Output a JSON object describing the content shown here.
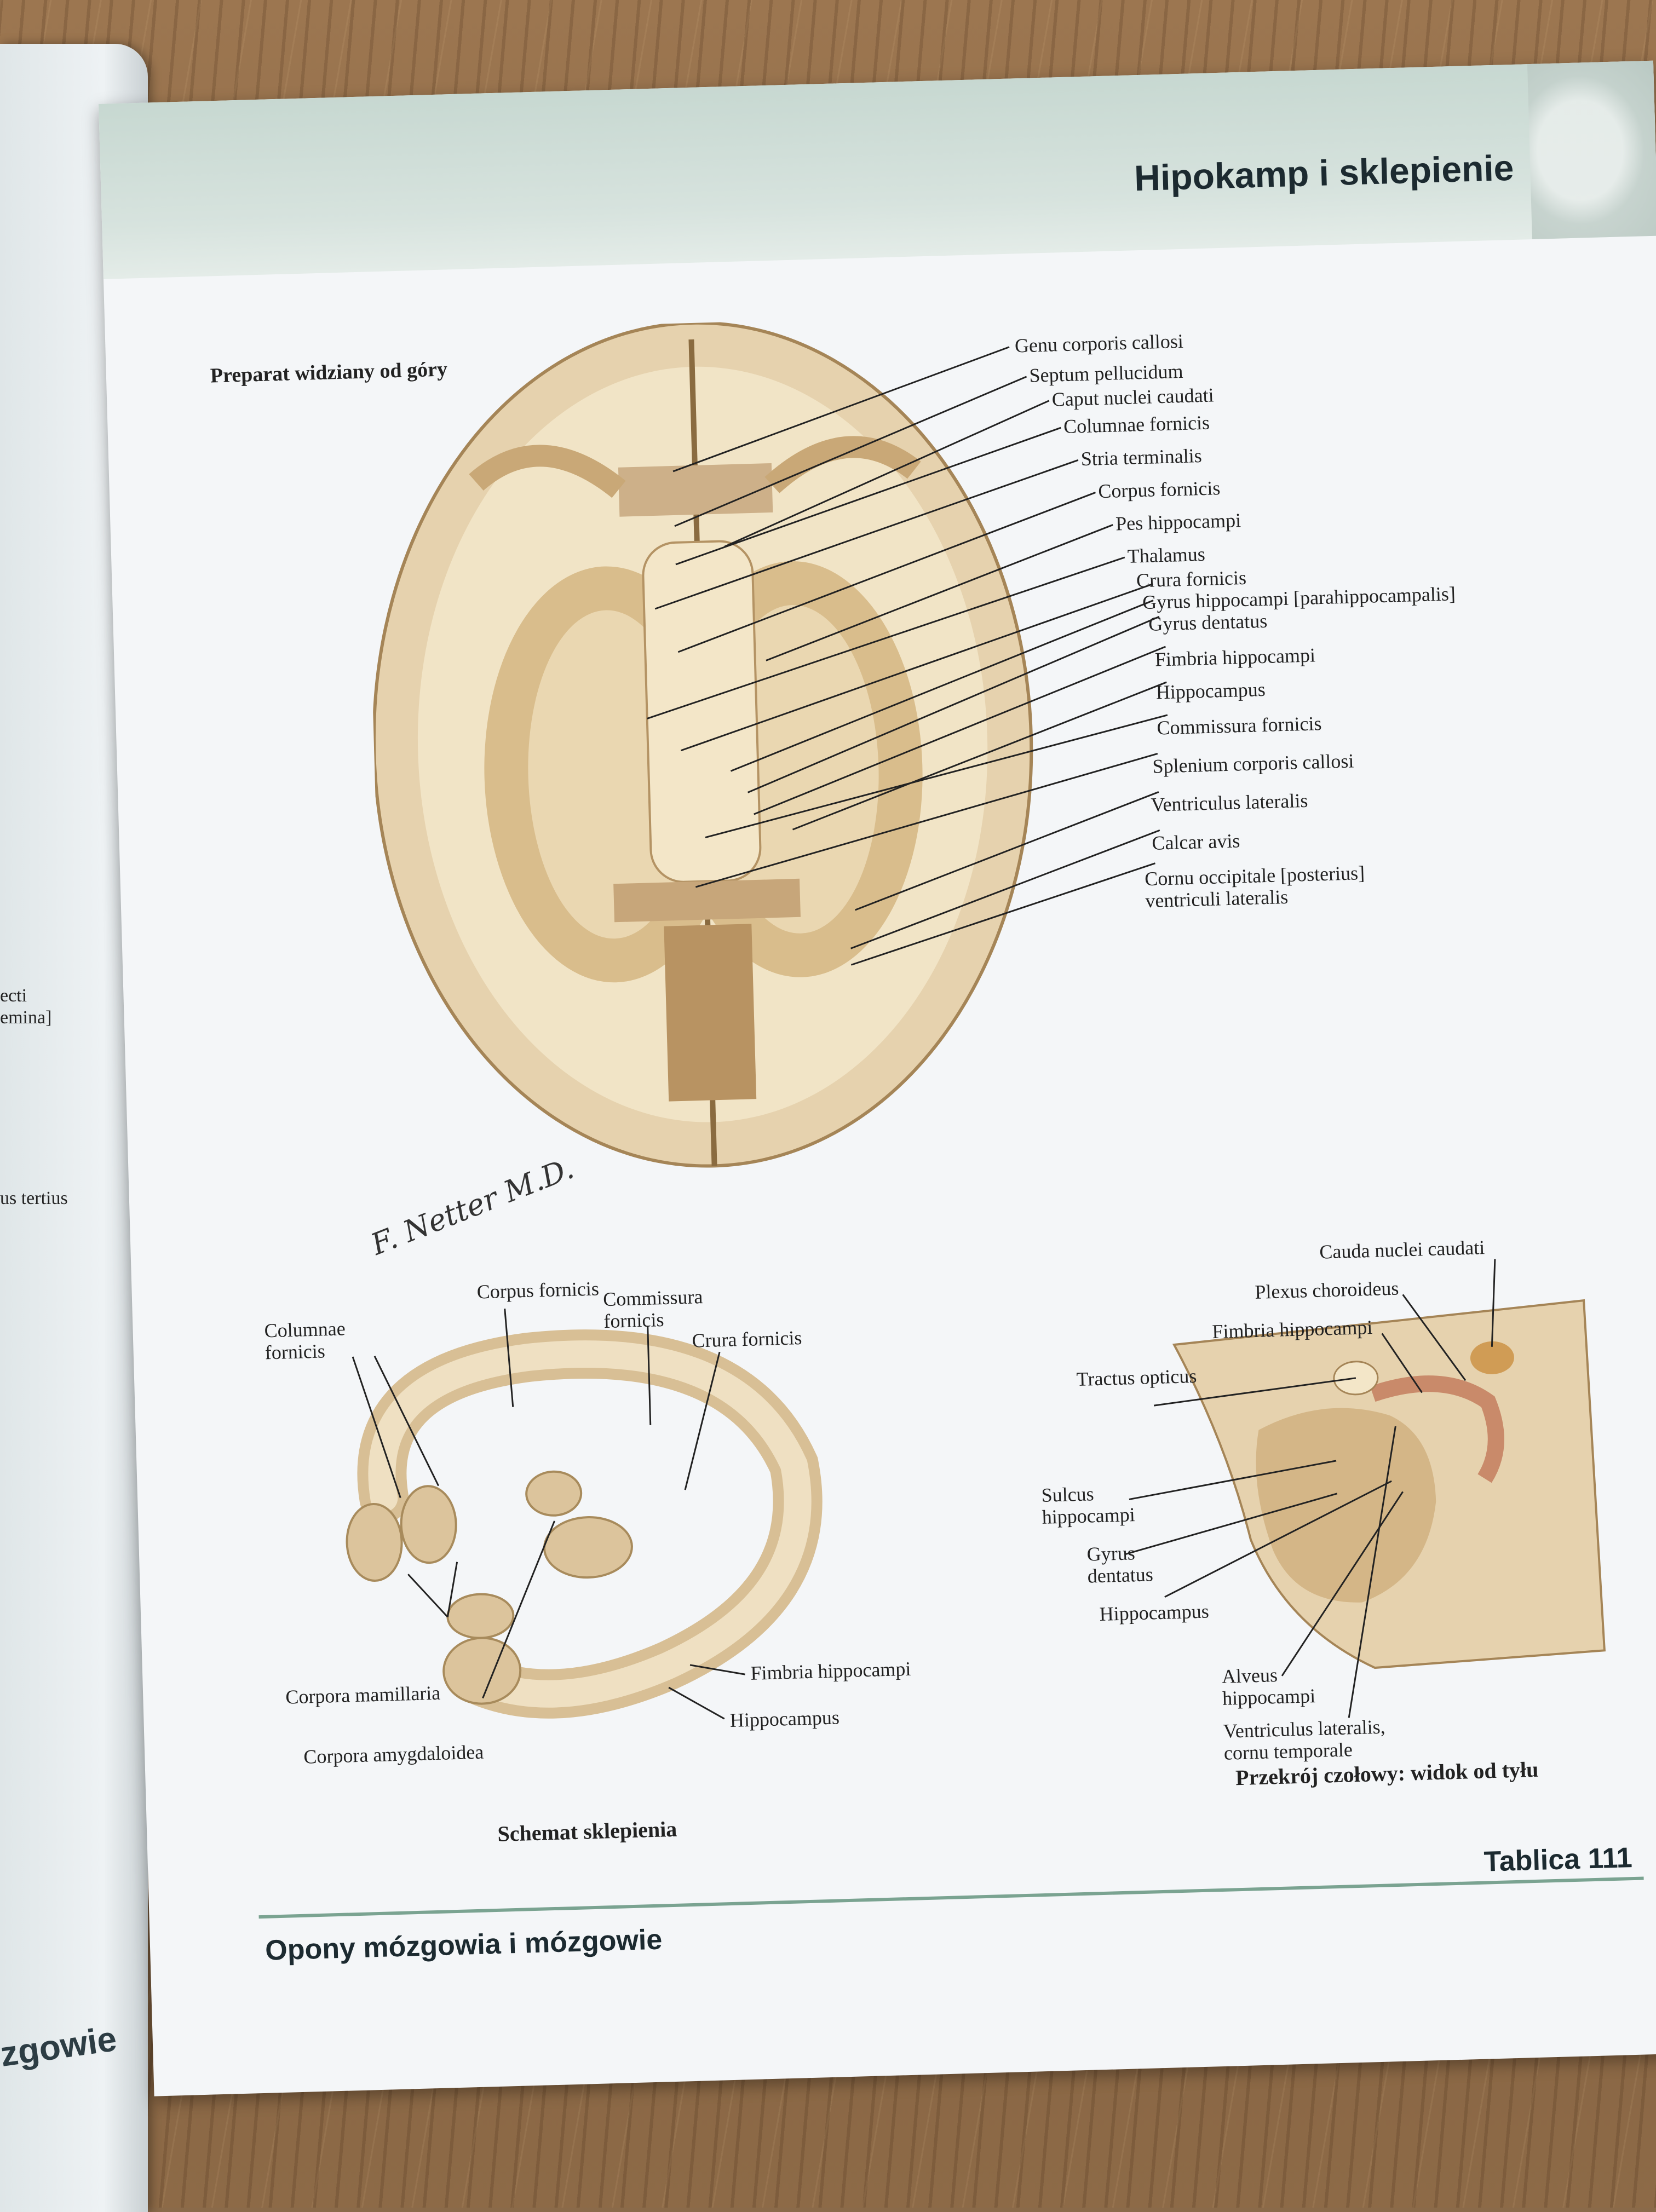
{
  "left_page": {
    "fragments": [
      "ecti",
      "emina]",
      "us tertius"
    ],
    "footer": "zgowie"
  },
  "header": {
    "title": "Hipokamp i sklepienie"
  },
  "figure_top": {
    "caption": "Preparat widziany od góry",
    "labels": [
      "Genu corporis callosi",
      "Septum pellucidum",
      "Caput nuclei caudati",
      "Columnae fornicis",
      "Stria terminalis",
      "Corpus fornicis",
      "Pes hippocampi",
      "Thalamus",
      "Crura fornicis",
      "Gyrus hippocampi [parahippocampalis]",
      "Gyrus dentatus",
      "Fimbria hippocampi",
      "Hippocampus",
      "Commissura fornicis",
      "Splenium corporis callosi",
      "Ventriculus lateralis",
      "Calcar avis",
      "Cornu occipitale [posterius]",
      "ventriculi lateralis"
    ]
  },
  "figure_left": {
    "caption": "Schemat sklepienia",
    "labels": {
      "corpus_fornicis": "Corpus fornicis",
      "commissura_1": "Commissura",
      "commissura_2": "fornicis",
      "columnae_1": "Columnae",
      "columnae_2": "fornicis",
      "crura": "Crura fornicis",
      "fimbria": "Fimbria hippocampi",
      "hippocampus": "Hippocampus",
      "mamillaria": "Corpora mamillaria",
      "amygdaloidea": "Corpora amygdaloidea"
    }
  },
  "figure_right": {
    "caption": "Przekrój czołowy: widok od tyłu",
    "labels": {
      "cauda": "Cauda nuclei caudati",
      "plexus": "Plexus choroideus",
      "fimbria": "Fimbria hippocampi",
      "tractus": "Tractus opticus",
      "sulcus_1": "Sulcus",
      "sulcus_2": "hippocampi",
      "gyrus_1": "Gyrus",
      "gyrus_2": "dentatus",
      "hippocampus": "Hippocampus",
      "alveus_1": "Alveus",
      "alveus_2": "hippocampi",
      "ventr_1": "Ventriculus lateralis,",
      "ventr_2": "cornu temporale"
    }
  },
  "signature": "F. Netter M.D.",
  "footer": {
    "section": "Opony mózgowia i mózgowie",
    "plate": "Tablica 111"
  },
  "colors": {
    "header_band": "#c7d8d1",
    "footer_rule": "#7aa391",
    "brain_tissue": "#e6d2ae",
    "brain_dark": "#c9a877",
    "plexus": "#c98a6a"
  }
}
